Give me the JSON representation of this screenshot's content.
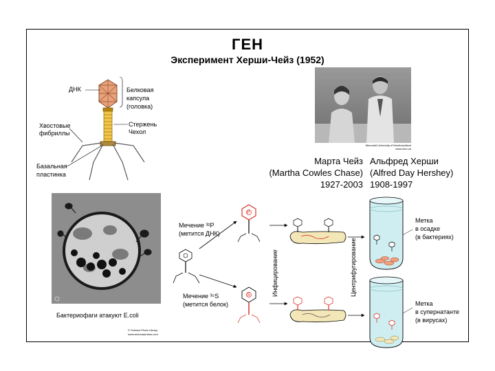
{
  "header": {
    "title": "ГЕН",
    "subtitle": "Эксперимент Херши-Чейз (1952)"
  },
  "phage_labels": {
    "dna": "ДНК",
    "capsid_line1": "Белковая",
    "capsid_line2": "капсула",
    "capsid_line3": "(головка)",
    "tail_fibers_line1": "Хвостовые",
    "tail_fibers_line2": "фибриллы",
    "sheath_line1": "Стержень",
    "sheath_line2": "Чехол",
    "baseplate_line1": "Базальная",
    "baseplate_line2": "пластинка"
  },
  "photo_credit": {
    "line1": "Memorial University of Newfoundland",
    "line2": "www.mun.ca"
  },
  "scientists": {
    "chase_name": "Марта Чейз",
    "chase_latin": "(Martha Cowles Chase)",
    "chase_years": "1927-2003",
    "hershey_name": "Альфред Херши",
    "hershey_latin": "(Alfred Day Hershey)",
    "hershey_years": "1908-1997"
  },
  "micrograph": {
    "caption": "Бактериофаги атакуют E.coli",
    "credit_line1": "© Science Photo Library",
    "credit_line2": "www.sciencephotos.com"
  },
  "experiment": {
    "p32_label_line1": "Мечение ³²P",
    "p32_label_line2": "(метится ДНК)",
    "s35_label_line1": "Мечение ³⁵S",
    "s35_label_line2": "(метится белок)",
    "infection": "Инфицирование",
    "centrifugation": "Центрифугирование",
    "p32_result_line1": "Метка",
    "p32_result_line2": "в осадке",
    "p32_result_line3": "(в бактериях)",
    "s35_result_line1": "Метка",
    "s35_result_line2": "в супернатанте",
    "s35_result_line3": "(в вирусах)",
    "isotope_p": "P",
    "isotope_s": "S"
  },
  "colors": {
    "capsid": "#e8a27a",
    "label_red": "#d9362b",
    "tube_liquid": "#cfeef2",
    "photo_bg": "#8d8d8d"
  }
}
